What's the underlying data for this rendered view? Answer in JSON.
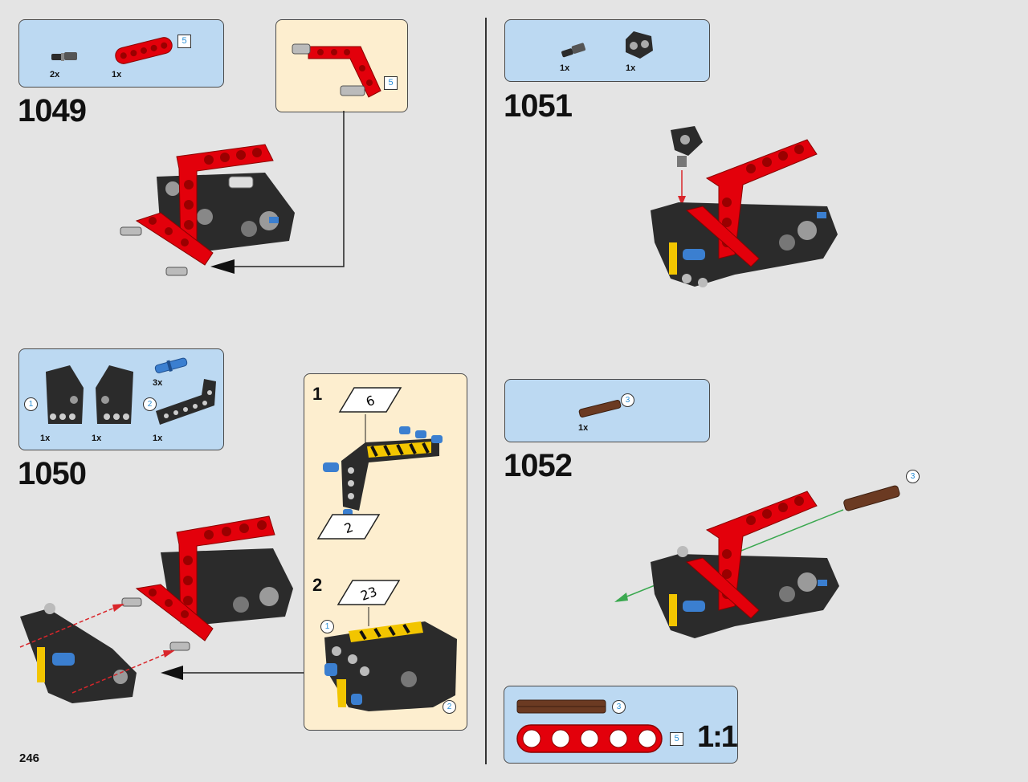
{
  "page_number": "246",
  "colors": {
    "callout_blue": "#bcd9f2",
    "subassembly_cream": "#fdeecf",
    "brick_red": "#e3000b",
    "brick_black": "#2b2b2b",
    "brick_gray": "#9a9a9a",
    "axle_blue": "#3b7fd0",
    "axle_brown": "#6b3a22",
    "arrow_red": "#d9262b",
    "arrow_green": "#3aa84f",
    "ref_blue": "#2a8fd6"
  },
  "step_1049": {
    "number": "1049",
    "parts": [
      {
        "icon": "black-pin-icon",
        "qty": "2x"
      },
      {
        "icon": "red-beam-icon",
        "qty": "1x",
        "length": "5"
      }
    ],
    "subassembly_length": "5"
  },
  "step_1050": {
    "number": "1050",
    "parts": [
      {
        "icon": "black-panel-left-icon",
        "qty": "1x",
        "ref": "1"
      },
      {
        "icon": "black-panel-right-icon",
        "qty": "1x",
        "ref": "2"
      },
      {
        "icon": "blue-pin-icon",
        "qty": "3x"
      },
      {
        "icon": "black-l-beam-icon",
        "qty": "1x"
      }
    ],
    "substeps": [
      {
        "num": "1",
        "sticker": "6",
        "sticker_bottom": "2"
      },
      {
        "num": "2",
        "sticker": "23",
        "ref_left": "1",
        "ref_right": "2"
      }
    ]
  },
  "step_1051": {
    "number": "1051",
    "parts": [
      {
        "icon": "black-pin-icon",
        "qty": "1x"
      },
      {
        "icon": "black-connector-icon",
        "qty": "1x"
      }
    ]
  },
  "step_1052": {
    "number": "1052",
    "parts": [
      {
        "icon": "brown-axle-icon",
        "qty": "1x",
        "length": "3"
      }
    ],
    "axle_ref": "3"
  },
  "scale_box": {
    "axle_length": "3",
    "beam_length": "5",
    "scale": "1:1"
  }
}
